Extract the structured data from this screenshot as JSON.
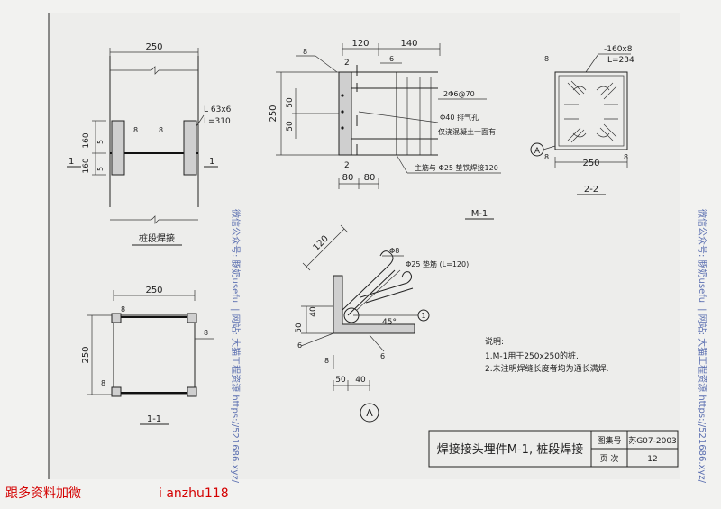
{
  "pile_section": {
    "top_dim": "250",
    "angle_label": "L 63x6",
    "length_label": "L=310",
    "weld_a": "8",
    "weld_b": "8",
    "dim_160_top": "160",
    "dim_160_bot": "160",
    "dim_5_top": "5",
    "dim_5_bot": "5",
    "section_mark_left": "1",
    "section_mark_right": "1",
    "caption": "桩段焊接"
  },
  "m1_detail": {
    "dim_120": "120",
    "dim_140": "140",
    "weld_8": "8",
    "weld_6": "6",
    "cut_mark_top": "2",
    "cut_mark_bot": "2",
    "dim_250": "250",
    "dim_50a": "50",
    "dim_50b": "50",
    "dim_80a": "80",
    "dim_80b": "80",
    "rebar_label": "2Φ6@70",
    "vent_hole": "Φ40 排气孔",
    "concrete_note": "仅浇混凝土一面有",
    "main_bar_note": "主筋与 Φ25 垫铁焊接120",
    "caption": "M-1"
  },
  "section_22": {
    "plate_label": "-160x8",
    "length_label": "L=234",
    "weld_8_left": "8",
    "weld_8_right": "8",
    "dim_250": "250",
    "callout_a": "A",
    "caption": "2-2"
  },
  "section_11": {
    "top_dim": "250",
    "weld_8_top": "8",
    "weld_8_bot": "8",
    "weld_8_side": "8",
    "dim_250_side": "250",
    "caption": "1-1"
  },
  "detail_a": {
    "dim_120": "120",
    "bar_label_8": "Φ8",
    "pad_bar": "Φ25 垫筋 (L=120)",
    "callout_1": "1",
    "angle": "45°",
    "dim_50": "50",
    "dim_40_side": "40",
    "weld_6_left": "6",
    "weld_6_right": "6",
    "weld_8": "8",
    "dim_50_bot": "50",
    "dim_40_bot": "40",
    "caption": "A"
  },
  "notes": {
    "title": "说明:",
    "line1": "1.M-1用于250x250的桩.",
    "line2": "2.未注明焊缝长度者均为通长满焊."
  },
  "title_block": {
    "title": "焊接接头埋件M-1, 桩段焊接",
    "atlas_label": "图集号",
    "atlas_no": "苏G07-2003",
    "page_label": "页 次",
    "page_no": "12"
  },
  "watermarks": {
    "vertical": "微信公众号: 豚奶useful | 网站: 大猫工程资源 https://521686.xyz/",
    "contact_label": "跟多资料加微",
    "contact_id": "i anzhu118"
  }
}
